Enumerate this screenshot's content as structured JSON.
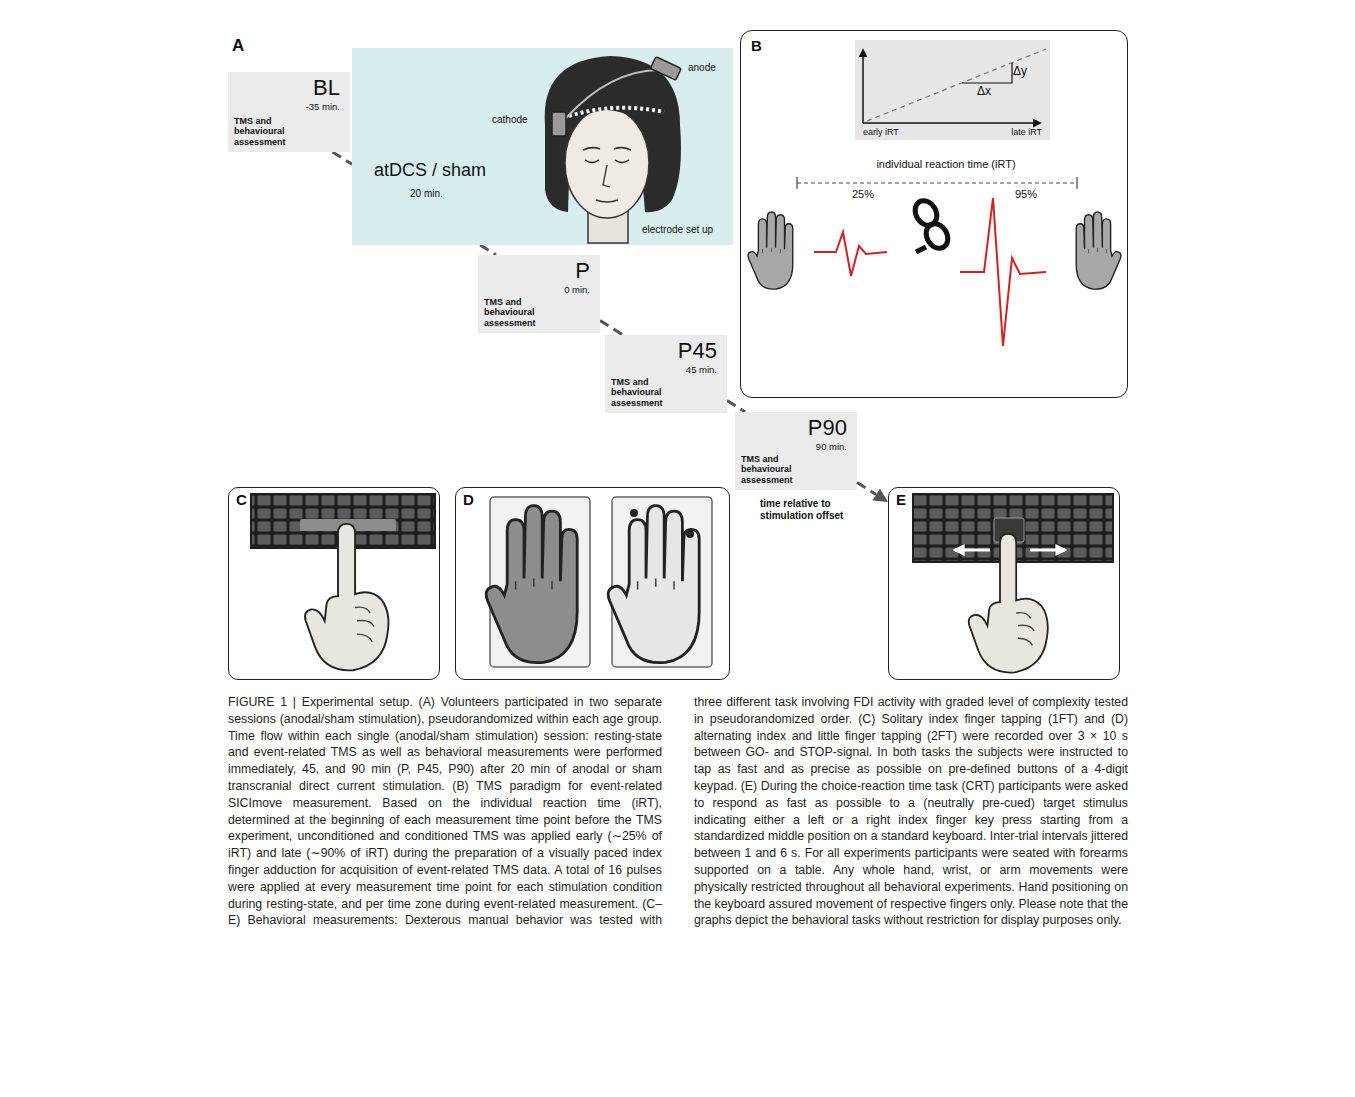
{
  "diagram": {
    "caption": "FIGURE 1 | Experimental setup. (A) Volunteers participated in two separate sessions (anodal/sham stimulation), pseudorandomized within each age group. Time flow within each single (anodal/sham stimulation) session: resting-state and event-related TMS as well as behavioral measurements were performed immediately, 45, and 90 min (P, P45, P90) after 20 min of anodal or sham transcranial direct current stimulation. (B) TMS paradigm for event-related SICImove measurement. Based on the individual reaction time (iRT), determined at the beginning of each measurement time point before the TMS experiment, unconditioned and conditioned TMS was applied early (∼25% of iRT) and late (∼90% of iRT) during the preparation of a visually paced index finger adduction for acquisition of event-related TMS data. A total of 16 pulses were applied at every measurement time point for each stimulation condition during resting-state, and per time zone during event-related measurement. (C–E) Behavioral measurements: Dexterous manual behavior was tested with three different task involving FDI activity with graded level of complexity tested in pseudorandomized order. (C) Solitary index finger tapping (1FT) and (D) alternating index and little finger tapping (2FT) were recorded over 3 × 10 s between GO- and STOP-signal. In both tasks the subjects were instructed to tap as fast and as precise as possible on pre-defined buttons of a 4-digit keypad. (E) During the choice-reaction time task (CRT) participants were asked to respond as fast as possible to a (neutrally pre-cued) target stimulus indicating either a left or a right index finger key press starting from a standardized middle position on a standard keyboard. Inter-trial intervals jittered between 1 and 6 s. For all experiments participants were seated with forearms supported on a table. Any whole hand, wrist, or arm movements were physically restricted throughout all behavioral experiments. Hand positioning on the keyboard assured movement of respective fingers only. Please note that the graphs depict the behavioral tasks without restriction for display purposes only.",
    "nodes": [
      {
        "text": [
          "BL",
          "-35 min.",
          "TMS and behavioural assessment"
        ]
      },
      {
        "text": [
          "atDCS / sham",
          "20 min.",
          "anode",
          "cathode",
          "electrode set up"
        ]
      },
      {
        "text": [
          "P",
          "0 min.",
          "TMS and behavioural assessment"
        ]
      },
      {
        "text": [
          "P45",
          "45 min.",
          "TMS and behavioural assessment"
        ]
      },
      {
        "text": [
          "P90",
          "90 min.",
          "TMS and behavioural assessment"
        ]
      },
      {
        "text": [
          "B",
          "individual reaction time (iRT)",
          "25%",
          "95%"
        ]
      },
      {
        "text": [
          "early iRT",
          "late iRT",
          "Δy",
          "Δx"
        ],
        "in": 5
      },
      {
        "text": [
          "C"
        ]
      },
      {
        "text": [
          "D"
        ]
      },
      {
        "text": [
          "E"
        ]
      }
    ],
    "edges": [
      {
        "from": 0,
        "to": 1,
        "arrow": "none"
      },
      {
        "from": 1,
        "to": 2,
        "arrow": "none"
      },
      {
        "from": 2,
        "to": 3,
        "arrow": "none"
      },
      {
        "from": 3,
        "to": 4,
        "arrow": "none"
      }
    ],
    "labels": [
      "A",
      "time relative to stimulation offset"
    ]
  }
}
